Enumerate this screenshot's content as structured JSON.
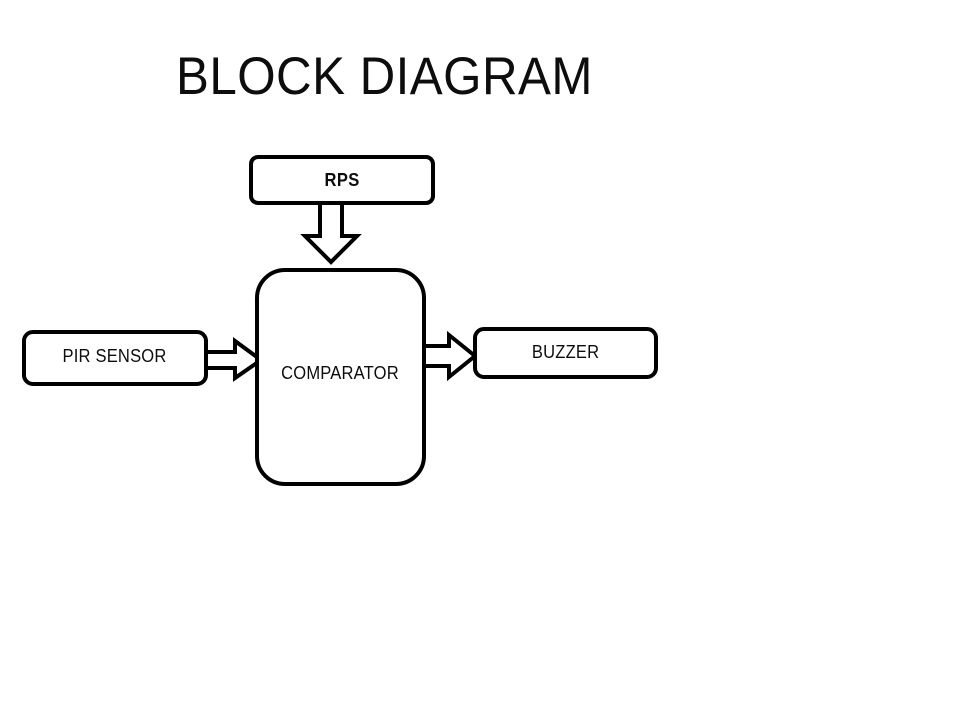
{
  "page": {
    "title": "BLOCK DIAGRAM",
    "background_color": "#ffffff",
    "stroke_color": "#000000",
    "text_color": "#0d0d0d"
  },
  "diagram": {
    "type": "block-diagram",
    "blocks": [
      {
        "id": "rps",
        "label": "RPS",
        "shape": "rounded-rectangle",
        "bold": true
      },
      {
        "id": "comparator",
        "label": "COMPARATOR",
        "shape": "rounded-rectangle",
        "bold": false
      },
      {
        "id": "pir",
        "label": "PIR SENSOR",
        "shape": "rounded-rectangle",
        "bold": false
      },
      {
        "id": "buzzer",
        "label": "BUZZER",
        "shape": "rounded-rectangle",
        "bold": false
      }
    ],
    "connections": [
      {
        "id": "rps-to-comparator",
        "from": "rps",
        "to": "comparator",
        "direction": "down",
        "style": "hollow-block-arrow"
      },
      {
        "id": "pir-to-comparator",
        "from": "pir",
        "to": "comparator",
        "direction": "right",
        "style": "hollow-block-arrow"
      },
      {
        "id": "comparator-to-buzzer",
        "from": "comparator",
        "to": "buzzer",
        "direction": "right",
        "style": "hollow-block-arrow"
      }
    ]
  }
}
